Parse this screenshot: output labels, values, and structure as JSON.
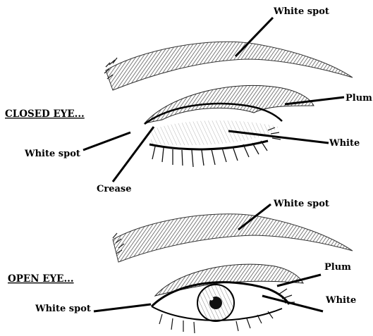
{
  "closed_section": {
    "heading": "CLOSED EYE...",
    "labels": {
      "brow_white_spot": "White spot",
      "plum": "Plum",
      "white": "White",
      "corner_white_spot": "White spot",
      "crease": "Crease"
    }
  },
  "open_section": {
    "heading": "OPEN EYE...",
    "labels": {
      "brow_white_spot": "White spot",
      "plum": "Plum",
      "white": "White",
      "corner_white_spot": "White spot"
    }
  }
}
